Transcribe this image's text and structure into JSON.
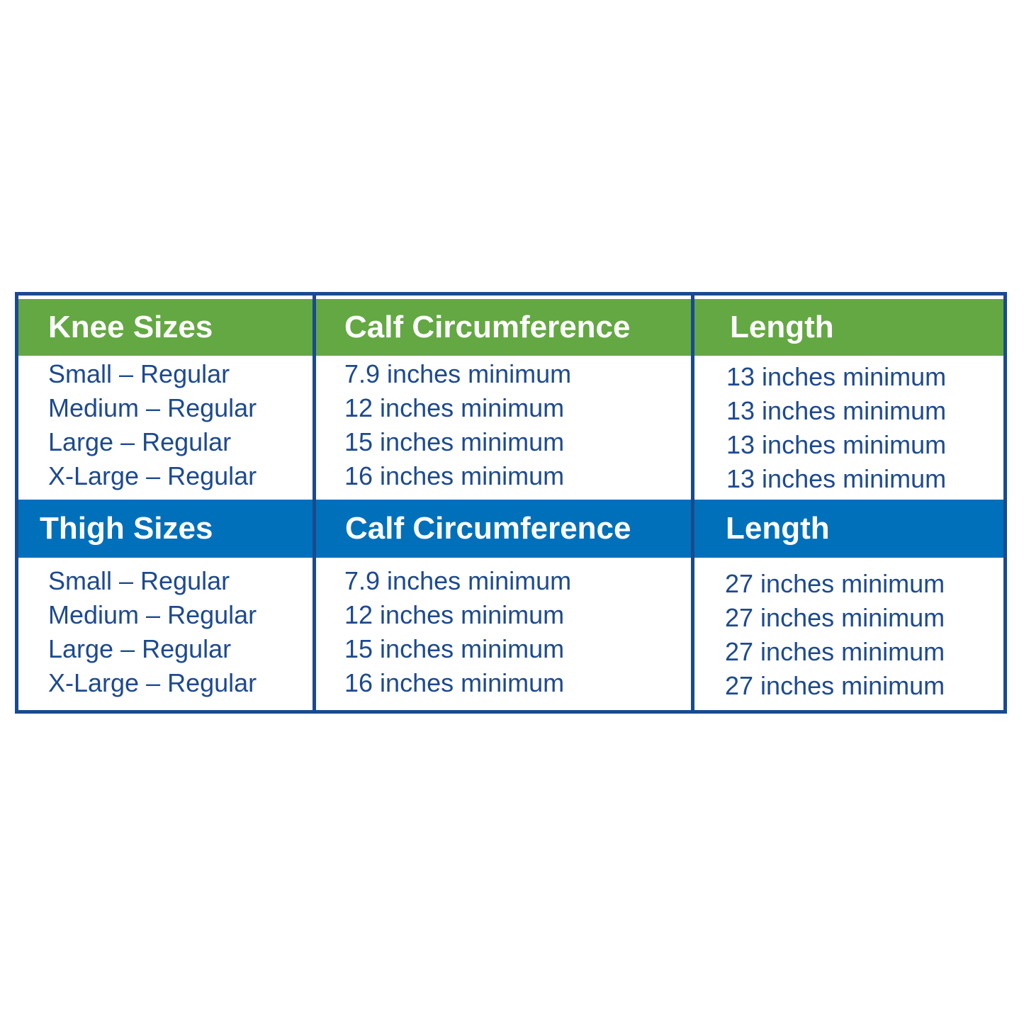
{
  "colors": {
    "border": "#1a4a8e",
    "knee_header_bg": "#63a843",
    "thigh_header_bg": "#0070ba",
    "header_text": "#ffffff",
    "cell_text": "#1d4a8f"
  },
  "knee": {
    "headers": [
      "Knee Sizes",
      "Calf Circumference",
      "Length"
    ],
    "sizes": [
      "Small – Regular",
      "Medium – Regular",
      "Large – Regular",
      "X-Large – Regular"
    ],
    "calf": [
      "7.9 inches minimum",
      "12 inches minimum",
      "15 inches minimum",
      "16 inches minimum"
    ],
    "length": [
      "13 inches minimum",
      "13 inches minimum",
      "13 inches minimum",
      "13 inches minimum"
    ]
  },
  "thigh": {
    "headers": [
      "Thigh Sizes",
      "Calf Circumference",
      "Length"
    ],
    "sizes": [
      "Small – Regular",
      "Medium – Regular",
      "Large – Regular",
      "X-Large – Regular"
    ],
    "calf": [
      "7.9 inches minimum",
      "12 inches minimum",
      "15 inches minimum",
      "16 inches minimum"
    ],
    "length": [
      "27 inches minimum",
      "27 inches minimum",
      "27 inches minimum",
      "27 inches minimum"
    ]
  }
}
